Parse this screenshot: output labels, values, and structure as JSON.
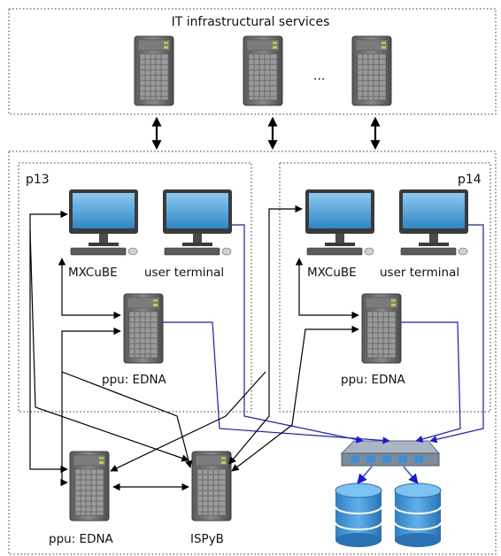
{
  "labels": {
    "it_services": "IT infrastructural services",
    "ellipsis": "...",
    "p13": "p13",
    "p14": "p14",
    "mxcube": "MXCuBE",
    "user_terminal": "user terminal",
    "ppu_edna": "ppu: EDNA",
    "ispyb": "ISPyB"
  },
  "colors": {
    "black_link": "#000000",
    "blue_link": "#1a1adb",
    "storage_link": "#2f5bd9",
    "server_body": "#6e6e6e",
    "screen": "#4aa3df",
    "disk": "#3a8fd9",
    "switch": "#7d8a99"
  },
  "icons": {
    "server": "server-icon",
    "workstation": "workstation-icon",
    "switch": "network-switch-icon",
    "database": "database-icon"
  }
}
